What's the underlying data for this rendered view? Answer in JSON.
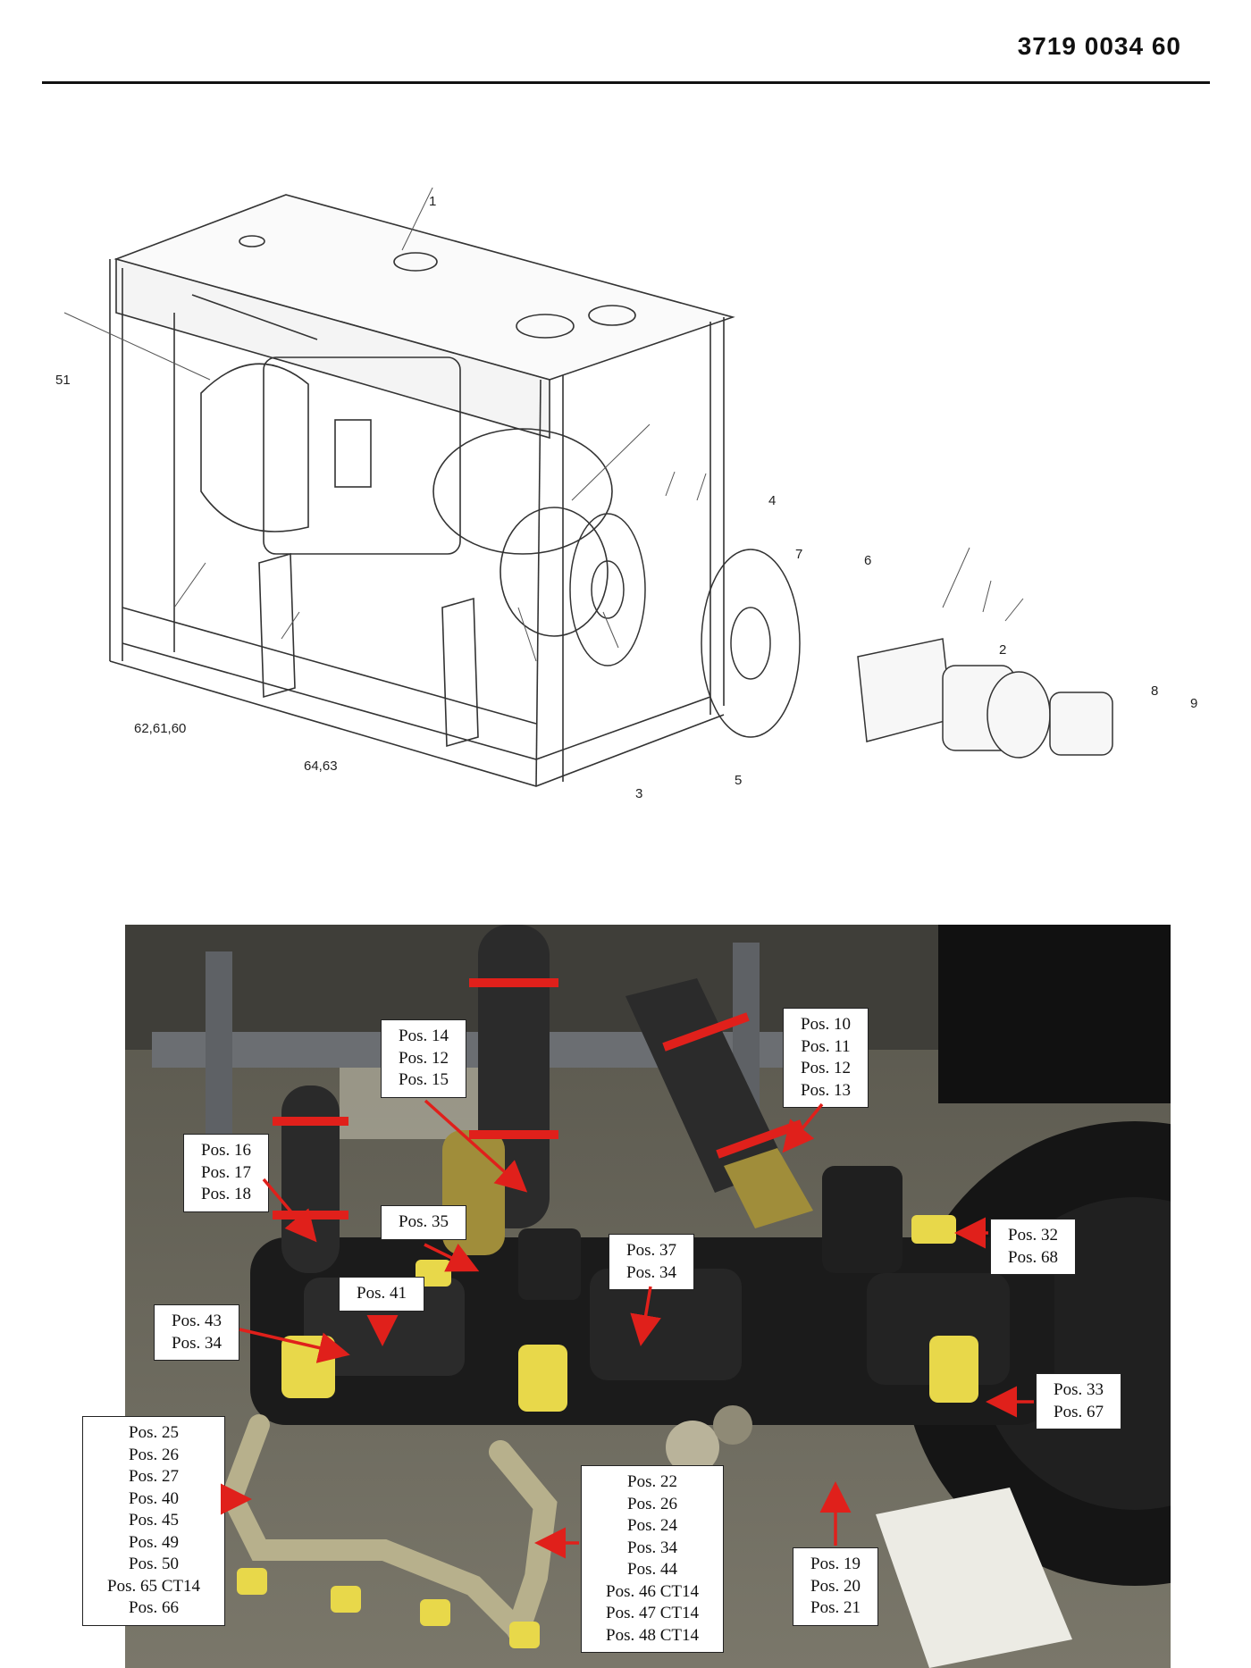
{
  "header": {
    "doc_number": "3719 0034 60"
  },
  "drawing": {
    "part_numbers": [
      "1",
      "51",
      "4",
      "7",
      "6",
      "2",
      "8",
      "9",
      "62,61,60",
      "64,63",
      "3",
      "5"
    ]
  },
  "photo": {
    "callouts": [
      {
        "lines": [
          "Pos. 14",
          "Pos. 12",
          "Pos. 15"
        ]
      },
      {
        "lines": [
          "Pos. 10",
          "Pos. 11",
          "Pos. 12",
          "Pos. 13"
        ]
      },
      {
        "lines": [
          "Pos. 16",
          "Pos. 17",
          "Pos. 18"
        ]
      },
      {
        "lines": [
          "Pos. 35"
        ]
      },
      {
        "lines": [
          "Pos. 37",
          "Pos. 34"
        ]
      },
      {
        "lines": [
          "Pos. 32",
          "Pos. 68"
        ]
      },
      {
        "lines": [
          "Pos. 41"
        ]
      },
      {
        "lines": [
          "Pos. 43",
          "Pos. 34"
        ]
      },
      {
        "lines": [
          "Pos. 33",
          "Pos. 67"
        ]
      },
      {
        "lines": [
          "Pos. 25",
          "Pos. 26",
          "Pos. 27",
          "Pos. 40",
          "Pos. 45",
          "Pos. 49",
          "Pos. 50",
          "Pos. 65 CT14",
          "Pos. 66"
        ]
      },
      {
        "lines": [
          "Pos. 22",
          "Pos. 26",
          "Pos. 24",
          "Pos. 34",
          "Pos. 44",
          "Pos. 46 CT14",
          "Pos. 47 CT14",
          "Pos. 48 CT14"
        ]
      },
      {
        "lines": [
          "Pos. 19",
          "Pos. 20",
          "Pos. 21"
        ]
      }
    ]
  },
  "colors": {
    "leader_arrow": "#e0201b",
    "fitting_yellow": "#e8d84a",
    "pump_black": "#1b1b1b",
    "hose_black": "#2a2a2a",
    "floor": "#6d6a5d"
  }
}
